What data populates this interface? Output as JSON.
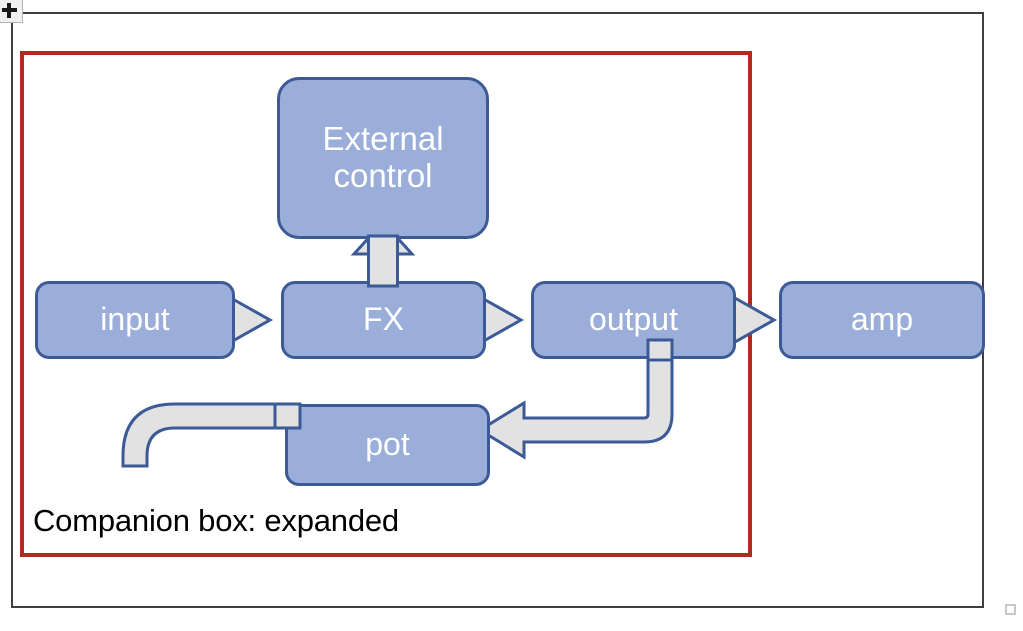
{
  "window": {
    "cursor_icon": "move-cursor-icon",
    "resize_handle_icon": "resize-handle-icon"
  },
  "diagram": {
    "title_label": "Companion box: expanded",
    "group_border_color": "#b02a1e",
    "node_fill_color": "#9aaed9",
    "node_border_color": "#3c5a96",
    "node_text_color": "#ffffff",
    "arrow_fill_color": "#e2e2e2",
    "arrow_border_color": "#3c5a96",
    "nodes": [
      {
        "id": "external-control",
        "label_line1": "External",
        "label_line2": "control"
      },
      {
        "id": "input",
        "label": "input"
      },
      {
        "id": "fx",
        "label": "FX"
      },
      {
        "id": "output",
        "label": "output"
      },
      {
        "id": "amp",
        "label": "amp"
      },
      {
        "id": "pot",
        "label": "pot"
      }
    ],
    "connections": [
      {
        "id": "fx-to-external",
        "from": "fx",
        "to": "external-control",
        "kind": "up-arrow"
      },
      {
        "id": "input-to-fx",
        "from": "input",
        "to": "fx",
        "kind": "right-arrow"
      },
      {
        "id": "fx-to-output",
        "from": "fx",
        "to": "output",
        "kind": "right-arrow"
      },
      {
        "id": "output-to-amp",
        "from": "output",
        "to": "amp",
        "kind": "right-arrow"
      },
      {
        "id": "output-to-pot",
        "from": "output",
        "to": "pot",
        "kind": "curved-left-arrow"
      },
      {
        "id": "pot-to-input",
        "from": "pot",
        "to": "input",
        "kind": "curved-up-arrow"
      }
    ]
  }
}
